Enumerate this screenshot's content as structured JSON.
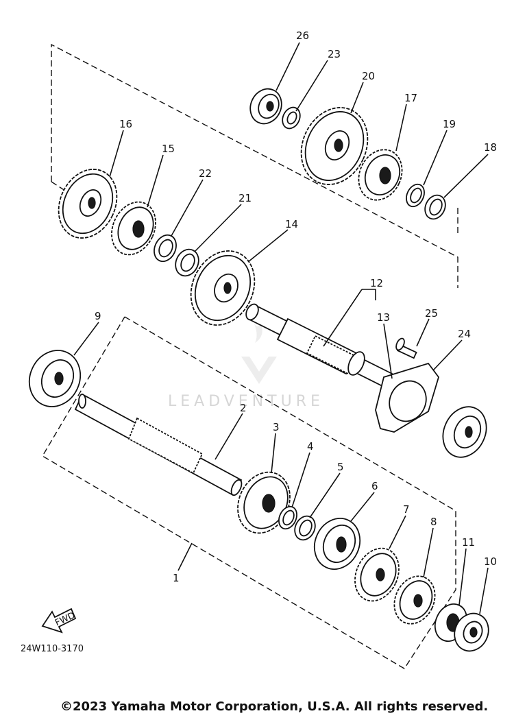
{
  "diagram": {
    "callouts": {
      "p1": "1",
      "p2": "2",
      "p3": "3",
      "p4": "4",
      "p5": "5",
      "p6": "6",
      "p7": "7",
      "p8": "8",
      "p9": "9",
      "p10": "10",
      "p11": "11",
      "p12": "12",
      "p13": "13",
      "p14": "14",
      "p15": "15",
      "p16": "16",
      "p17": "17",
      "p18": "18",
      "p19": "19",
      "p20": "20",
      "p21": "21",
      "p22": "22",
      "p23": "23",
      "p24": "24",
      "p25": "25",
      "p26": "26"
    },
    "fwd_label": "FWD",
    "drawing_code": "24W110-3170",
    "watermark": "LEADVENTURE",
    "copyright": "©2023 Yamaha Motor Corporation, U.S.A. All rights reserved."
  }
}
